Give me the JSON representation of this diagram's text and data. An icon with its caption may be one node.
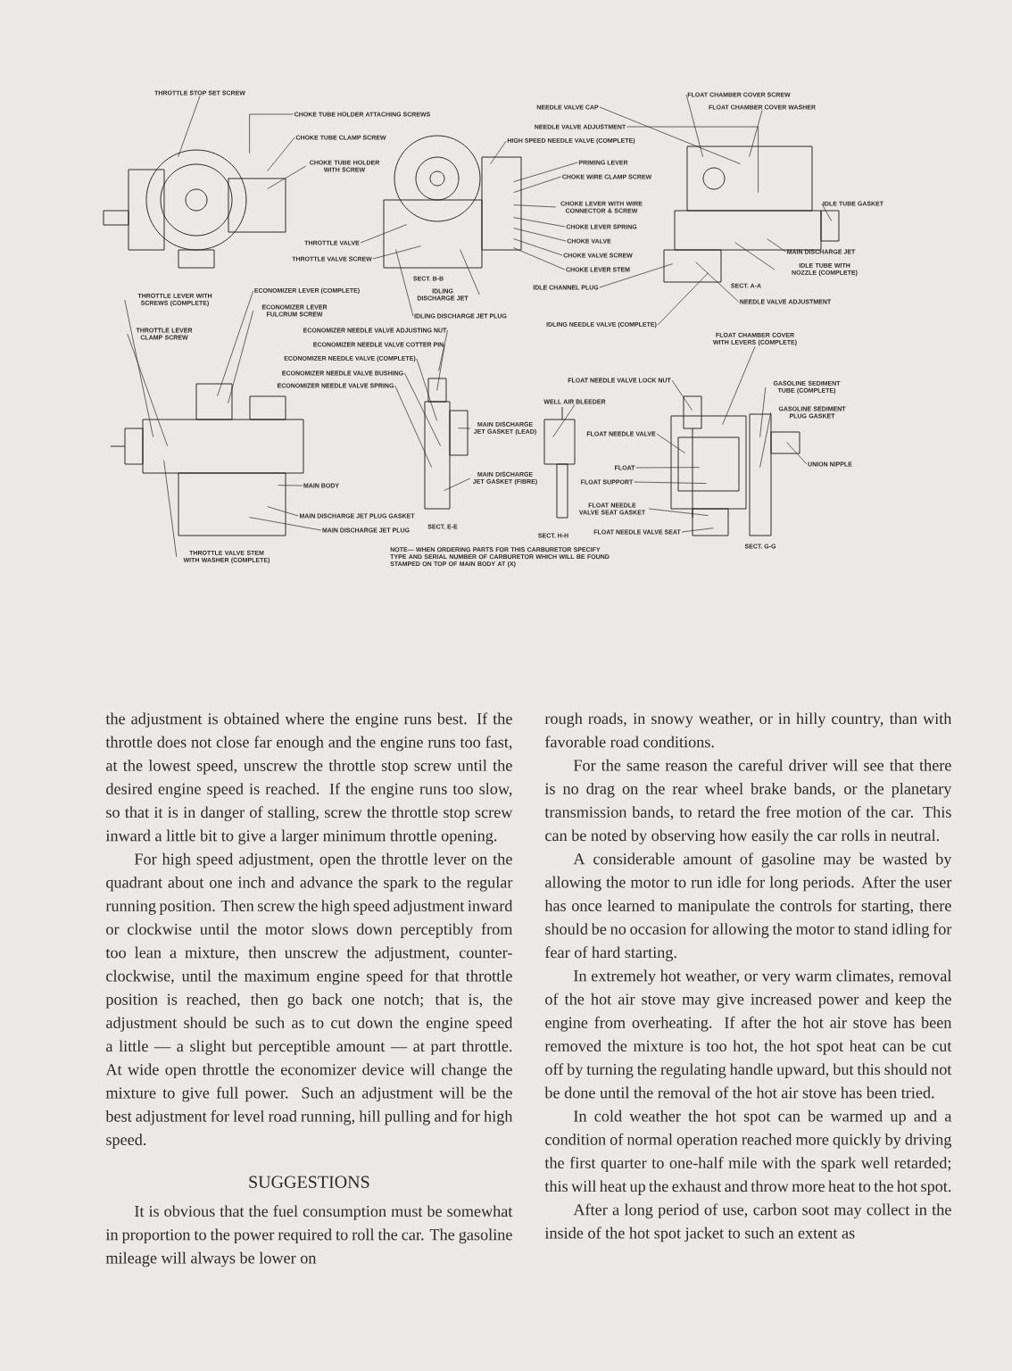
{
  "diagram": {
    "nodes": [
      {
        "text": [
          "THROTTLE STOP SET SCREW"
        ]
      },
      {
        "text": [
          "CHOKE TUBE HOLDER ATTACHING SCREWS"
        ]
      },
      {
        "text": [
          "CHOKE TUBE CLAMP SCREW"
        ]
      },
      {
        "text": [
          "CHOKE TUBE HOLDER WITH SCREW"
        ]
      },
      {
        "text": [
          "THROTTLE VALVE"
        ]
      },
      {
        "text": [
          "THROTTLE VALVE SCREW"
        ]
      },
      {
        "text": [
          "ECONOMIZER LEVER (COMPLETE)"
        ]
      },
      {
        "text": [
          "ECONOMIZER LEVER FULCRUM SCREW"
        ]
      },
      {
        "text": [
          "THROTTLE LEVER WITH SCREWS (COMPLETE)"
        ]
      },
      {
        "text": [
          "THROTTLE LEVER CLAMP SCREW"
        ]
      },
      {
        "text": [
          "ECONOMIZER NEEDLE VALVE ADJUSTING NUT"
        ]
      },
      {
        "text": [
          "ECONOMIZER NEEDLE VALVE COTTER PIN"
        ]
      },
      {
        "text": [
          "ECONOMIZER NEEDLE VALVE (COMPLETE)"
        ]
      },
      {
        "text": [
          "ECONOMIZER NEEDLE VALVE BUSHING"
        ]
      },
      {
        "text": [
          "ECONOMIZER NEEDLE VALVE SPRING"
        ]
      },
      {
        "text": [
          "MAIN BODY"
        ]
      },
      {
        "text": [
          "MAIN DISCHARGE JET PLUG GASKET"
        ]
      },
      {
        "text": [
          "MAIN DISCHARGE JET PLUG"
        ]
      },
      {
        "text": [
          "THROTTLE VALVE STEM WITH WASHER (COMPLETE)"
        ]
      },
      {
        "text": [
          "IDLING DISCHARGE JET"
        ]
      },
      {
        "text": [
          "IDLING DISCHARGE JET PLUG"
        ]
      },
      {
        "text": [
          "NEEDLE VALVE CAP"
        ]
      },
      {
        "text": [
          "NEEDLE VALVE ADJUSTMENT"
        ]
      },
      {
        "text": [
          "HIGH SPEED NEEDLE VALVE (COMPLETE)"
        ]
      },
      {
        "text": [
          "PRIMING LEVER"
        ]
      },
      {
        "text": [
          "CHOKE WIRE CLAMP SCREW"
        ]
      },
      {
        "text": [
          "CHOKE LEVER WITH WIRE CONNECTOR & SCREW"
        ]
      },
      {
        "text": [
          "CHOKE LEVER SPRING"
        ]
      },
      {
        "text": [
          "CHOKE VALVE"
        ]
      },
      {
        "text": [
          "CHOKE VALVE SCREW"
        ]
      },
      {
        "text": [
          "CHOKE LEVER STEM"
        ]
      },
      {
        "text": [
          "IDLE CHANNEL PLUG"
        ]
      },
      {
        "text": [
          "IDLING NEEDLE VALVE (COMPLETE)"
        ]
      },
      {
        "text": [
          "FLOAT CHAMBER COVER SCREW"
        ]
      },
      {
        "text": [
          "FLOAT CHAMBER COVER WASHER"
        ]
      },
      {
        "text": [
          "IDLE TUBE GASKET"
        ]
      },
      {
        "text": [
          "MAIN DISCHARGE JET"
        ]
      },
      {
        "text": [
          "IDLE TUBE WITH NOZZLE (COMPLETE)"
        ]
      },
      {
        "text": [
          "NEEDLE VALVE ADJUSTMENT"
        ]
      },
      {
        "text": [
          "FLOAT CHAMBER COVER WITH LEVERS (COMPLETE)"
        ]
      },
      {
        "text": [
          "FLOAT NEEDLE VALVE LOCK NUT"
        ]
      },
      {
        "text": [
          "WELL AIR BLEEDER"
        ]
      },
      {
        "text": [
          "GASOLINE SEDIMENT TUBE (COMPLETE)"
        ]
      },
      {
        "text": [
          "GASOLINE SEDIMENT PLUG GASKET"
        ]
      },
      {
        "text": [
          "FLOAT NEEDLE VALVE"
        ]
      },
      {
        "text": [
          "UNION NIPPLE"
        ]
      },
      {
        "text": [
          "FLOAT"
        ]
      },
      {
        "text": [
          "FLOAT SUPPORT"
        ]
      },
      {
        "text": [
          "FLOAT NEEDLE VALVE SEAT GASKET"
        ]
      },
      {
        "text": [
          "FLOAT NEEDLE VALVE SEAT"
        ]
      },
      {
        "text": [
          "MAIN DISCHARGE JET GASKET (LEAD)"
        ]
      },
      {
        "text": [
          "MAIN DISCHARGE JET GASKET (FIBRE)"
        ]
      },
      {
        "text": [],
        "shape": "picture"
      },
      {
        "text": [],
        "shape": "picture",
        "beside": [
          "SECT. B-B"
        ]
      },
      {
        "text": [],
        "shape": "picture",
        "beside": [
          "SECT. A-A"
        ]
      },
      {
        "text": [],
        "shape": "picture"
      },
      {
        "text": [],
        "shape": "picture",
        "beside": [
          "SECT. E-E"
        ]
      },
      {
        "text": [],
        "shape": "picture",
        "beside": [
          "SECT. H-H"
        ]
      },
      {
        "text": [],
        "shape": "picture",
        "beside": [
          "SECT. G-G"
        ]
      }
    ],
    "edges": [
      {
        "from": 0,
        "to": 52,
        "arrow": "none"
      },
      {
        "from": 1,
        "to": 52,
        "arrow": "none"
      },
      {
        "from": 2,
        "to": 52,
        "arrow": "none"
      },
      {
        "from": 3,
        "to": 52,
        "arrow": "none"
      },
      {
        "from": 4,
        "to": 53,
        "arrow": "none"
      },
      {
        "from": 5,
        "to": 53,
        "arrow": "none"
      },
      {
        "from": 6,
        "to": 55,
        "arrow": "none"
      },
      {
        "from": 7,
        "to": 55,
        "arrow": "none"
      },
      {
        "from": 8,
        "to": 55,
        "arrow": "none"
      },
      {
        "from": 9,
        "to": 55,
        "arrow": "none"
      },
      {
        "from": 10,
        "to": 56,
        "arrow": "none"
      },
      {
        "from": 11,
        "to": 56,
        "arrow": "none"
      },
      {
        "from": 12,
        "to": 56,
        "arrow": "none"
      },
      {
        "from": 13,
        "to": 56,
        "arrow": "none"
      },
      {
        "from": 14,
        "to": 56,
        "arrow": "none"
      },
      {
        "from": 15,
        "to": 55,
        "arrow": "none"
      },
      {
        "from": 16,
        "to": 55,
        "arrow": "none"
      },
      {
        "from": 17,
        "to": 55,
        "arrow": "none"
      },
      {
        "from": 18,
        "to": 55,
        "arrow": "none"
      },
      {
        "from": 19,
        "to": 53,
        "arrow": "none"
      },
      {
        "from": 20,
        "to": 53,
        "arrow": "none"
      },
      {
        "from": 21,
        "to": 54,
        "arrow": "none"
      },
      {
        "from": 22,
        "to": 54,
        "arrow": "none"
      },
      {
        "from": 23,
        "to": 53,
        "arrow": "none"
      },
      {
        "from": 24,
        "to": 53,
        "arrow": "none"
      },
      {
        "from": 25,
        "to": 53,
        "arrow": "none"
      },
      {
        "from": 26,
        "to": 53,
        "arrow": "none"
      },
      {
        "from": 27,
        "to": 53,
        "arrow": "none"
      },
      {
        "from": 28,
        "to": 53,
        "arrow": "none"
      },
      {
        "from": 29,
        "to": 53,
        "arrow": "none"
      },
      {
        "from": 30,
        "to": 53,
        "arrow": "none"
      },
      {
        "from": 31,
        "to": 54,
        "arrow": "none"
      },
      {
        "from": 32,
        "to": 54,
        "arrow": "none"
      },
      {
        "from": 33,
        "to": 54,
        "arrow": "none"
      },
      {
        "from": 34,
        "to": 54,
        "arrow": "none"
      },
      {
        "from": 35,
        "to": 54,
        "arrow": "none"
      },
      {
        "from": 36,
        "to": 54,
        "arrow": "none"
      },
      {
        "from": 37,
        "to": 54,
        "arrow": "none"
      },
      {
        "from": 38,
        "to": 54,
        "arrow": "none"
      },
      {
        "from": 39,
        "to": 58,
        "arrow": "none"
      },
      {
        "from": 40,
        "to": 58,
        "arrow": "none"
      },
      {
        "from": 41,
        "to": 57,
        "arrow": "none"
      },
      {
        "from": 42,
        "to": 58,
        "arrow": "none"
      },
      {
        "from": 43,
        "to": 58,
        "arrow": "none"
      },
      {
        "from": 44,
        "to": 58,
        "arrow": "none"
      },
      {
        "from": 45,
        "to": 58,
        "arrow": "none"
      },
      {
        "from": 46,
        "to": 58,
        "arrow": "none"
      },
      {
        "from": 47,
        "to": 58,
        "arrow": "none"
      },
      {
        "from": 48,
        "to": 58,
        "arrow": "none"
      },
      {
        "from": 49,
        "to": 58,
        "arrow": "none"
      },
      {
        "from": 50,
        "to": 56,
        "arrow": "none"
      },
      {
        "from": 51,
        "to": 56,
        "arrow": "none"
      }
    ],
    "labels": [
      "NOTE— WHEN ORDERING PARTS FOR THIS CARBURETOR SPECIFY TYPE AND SERIAL NUMBER OF CARBURETOR WHICH WILL BE FOUND STAMPED ON TOP OF MAIN BODY AT (X)",
      "the adjustment is obtained where the engine runs best. If the throttle does not close far enough and the engine runs too fast, at the lowest speed, unscrew the throttle stop screw until the desired engine speed is reached. If the engine runs too slow, so that it is in danger of stalling, screw the throttle stop screw inward a little bit to give a larger minimum throttle opening.",
      "For high speed adjustment, open the throttle lever on the quadrant about one inch and advance the spark to the regular running position. Then screw the high speed adjustment inward or clockwise until the motor slows down perceptibly from too lean a mixture, then unscrew the adjustment, counter-clockwise, until the maximum engine speed for that throttle position is reached, then go back one notch; that is, the adjustment should be such as to cut down the engine speed a little — a slight but perceptible amount — at part throttle. At wide open throttle the economizer device will change the mixture to give full power. Such an adjustment will be the best adjustment for level road running, hill pulling and for high speed.",
      "SUGGESTIONS",
      "It is obvious that the fuel consumption must be somewhat in proportion to the power required to roll the car. The gasoline mileage will always be lower on",
      "rough roads, in snowy weather, or in hilly country, than with favorable road conditions.",
      "For the same reason the careful driver will see that there is no drag on the rear wheel brake bands, or the planetary transmission bands, to retard the free motion of the car. This can be noted by observing how easily the car rolls in neutral.",
      "A considerable amount of gasoline may be wasted by allowing the motor to run idle for long periods. After the user has once learned to manipulate the controls for starting, there should be no occasion for allowing the motor to stand idling for fear of hard starting.",
      "In extremely hot weather, or very warm climates, removal of the hot air stove may give increased power and keep the engine from overheating. If after the hot air stove has been removed the mixture is too hot, the hot spot heat can be cut off by turning the regulating handle upward, but this should not be done until the removal of the hot air stove has been tried.",
      "In cold weather the hot spot can be warmed up and a condition of normal operation reached more quickly by driving the first quarter to one-half mile with the spark well retarded; this will heat up the exhaust and throw more heat to the hot spot.",
      "After a long period of use, carbon soot may collect in the inside of the hot spot jacket to such an extent as"
    ]
  }
}
